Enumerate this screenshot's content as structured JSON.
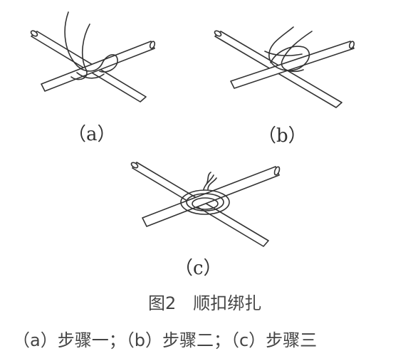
{
  "labels": {
    "a": "（a）",
    "b": "（b）",
    "c": "（c）"
  },
  "figure_title": "图2　顺扣绑扎",
  "steps_caption": "（a）步骤一；（b）步骤二；（c）步骤三"
}
